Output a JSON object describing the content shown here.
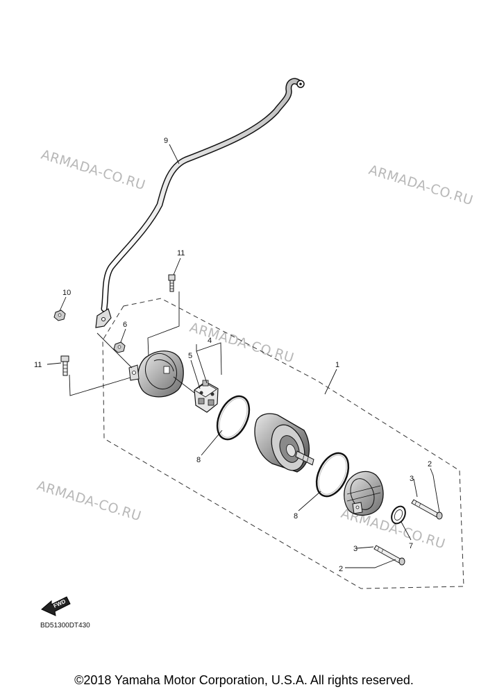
{
  "watermarks": [
    "ARMADA-CO.RU",
    "ARMADA-CO.RU",
    "ARMADA-CO.RU",
    "ARMADA-CO.RU",
    "ARMADA-CO.RU"
  ],
  "callouts": [
    "9",
    "11",
    "10",
    "6",
    "4",
    "5",
    "11",
    "1",
    "8",
    "8",
    "2",
    "3",
    "7",
    "3",
    "2"
  ],
  "fwd_label": "FWD",
  "diagram_code": "BD51300DT430",
  "copyright": "©2018 Yamaha Motor Corporation, U.S.A. All rights reserved."
}
